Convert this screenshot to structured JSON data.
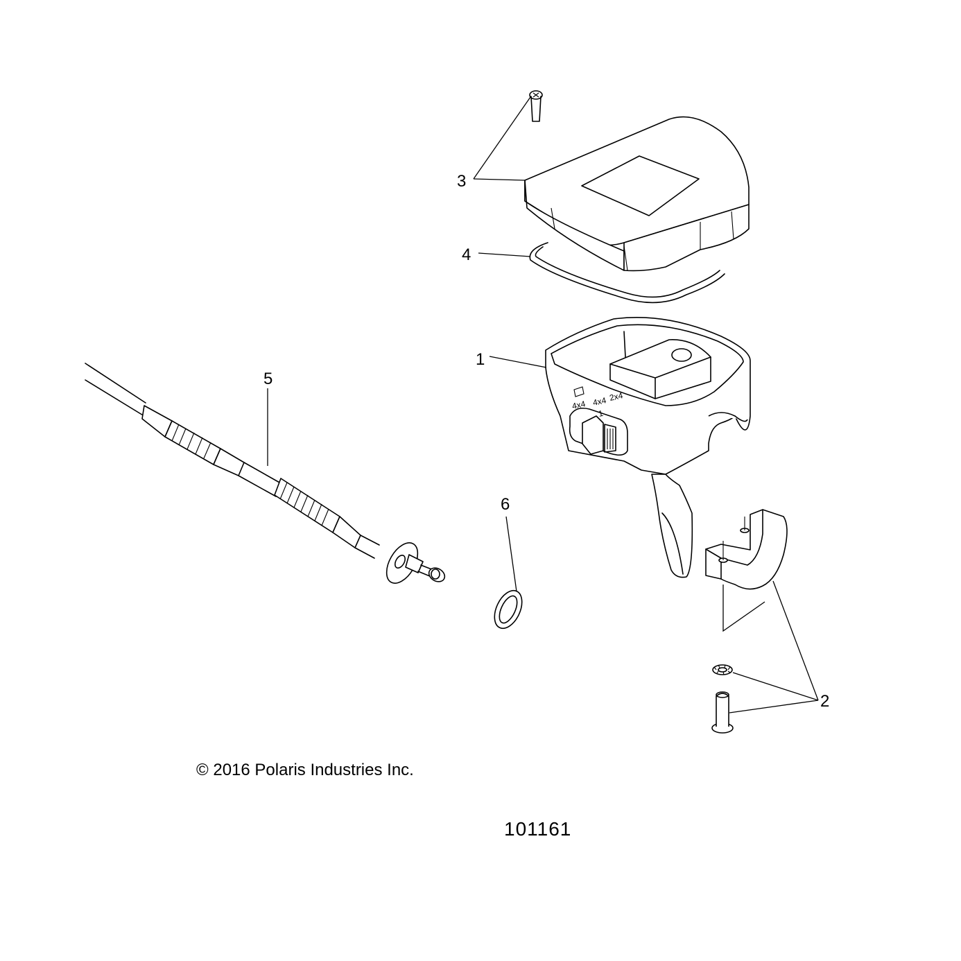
{
  "callouts": [
    {
      "label": "1",
      "part": "switch-housing"
    },
    {
      "label": "2",
      "part": "clamp-and-fasteners"
    },
    {
      "label": "3",
      "part": "cover-and-screw"
    },
    {
      "label": "4",
      "part": "gasket"
    },
    {
      "label": "5",
      "part": "throttle-cable"
    },
    {
      "label": "6",
      "part": "o-ring"
    }
  ],
  "switch_markings": {
    "mode_a": "4x4",
    "mode_b": "4x4",
    "mode_b_sub": "1",
    "mode_c": "2x4"
  },
  "copyright": "© 2016 Polaris Industries Inc.",
  "diagram_id": "101161"
}
